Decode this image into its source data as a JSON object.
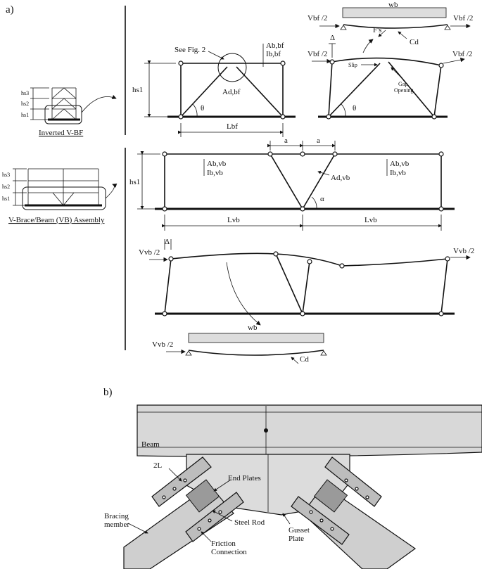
{
  "panel_a": {
    "label": "a)",
    "inverted_vbf": {
      "caption": "Inverted V-BF",
      "h_s3": "hs3",
      "h_s2": "hs2",
      "h_s1": "hs1",
      "see_fig": "See Fig. 2",
      "A_bbf": "Ab,bf",
      "I_bbf": "Ib,bf",
      "A_dbf": "Ad,bf",
      "h_s1_main": "hs1",
      "theta": "θ",
      "L_bf": "Lbf",
      "w_b": "wb",
      "V_bf_half": "Vbf /2",
      "F_s": "F's",
      "C_d": "Cd",
      "delta": "Δ",
      "slip": "Slip",
      "gap_opening_1": "Gap",
      "gap_opening_2": "Opening"
    },
    "vb_assembly": {
      "caption": "V-Brace/Beam (VB) Assembly",
      "h_s3": "hs3",
      "h_s2": "hs2",
      "h_s1": "hs1",
      "a": "a",
      "A_bvb_left": "Ab,vb",
      "I_bvb_left": "Ib,vb",
      "A_bvb_right": "Ab,vb",
      "I_bvb_right": "Ib,vb",
      "A_dvb": "Ad,vb",
      "alpha": "α",
      "L_vb": "Lvb",
      "V_vb_half": "Vvb /2",
      "delta": "Δ",
      "w_b": "wb",
      "C_d": "Cd"
    }
  },
  "panel_b": {
    "label": "b)",
    "beam": "Beam",
    "two_l": "2L",
    "end_plates": "End Plates",
    "bracing_member_1": "Bracing",
    "bracing_member_2": "member",
    "steel_rod": "Steel Rod",
    "gusset_1": "Gusset",
    "gusset_2": "Plate",
    "friction_1": "Friction",
    "friction_2": "Connection"
  },
  "colors": {
    "line": "#111111",
    "photo_gray": "#d6d6d6",
    "photo_dark": "#9a9a9a"
  }
}
